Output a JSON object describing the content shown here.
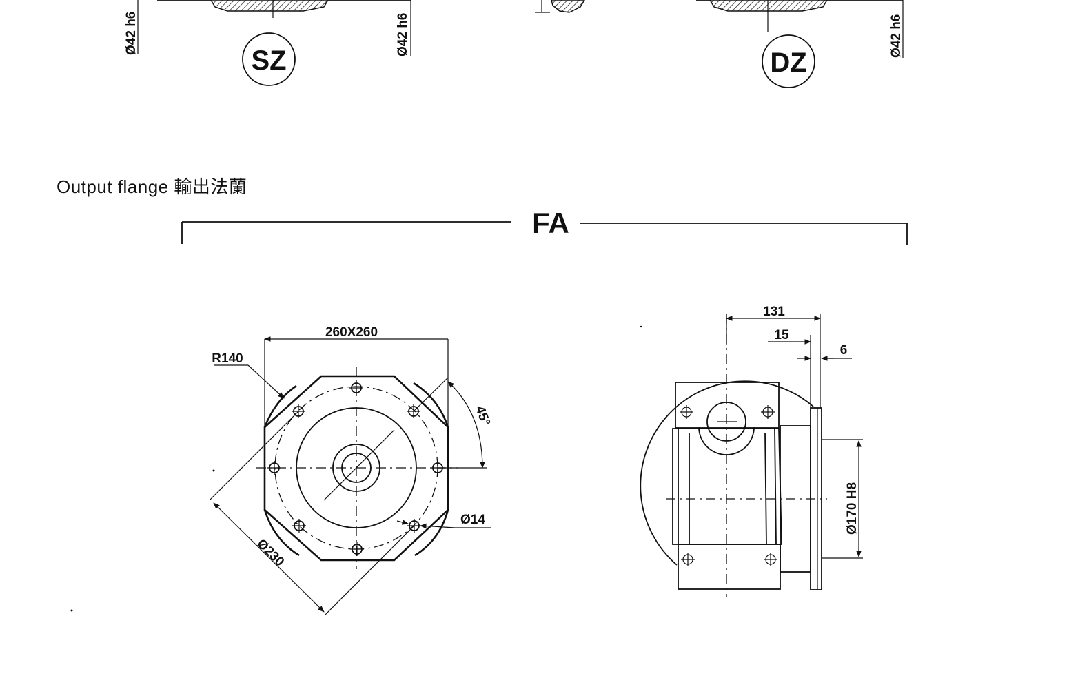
{
  "top_row": {
    "shaft_fit_left_outer": "Ø42 h6",
    "shaft_fit_left_inner": "Ø42 h6",
    "shaft_fit_right": "Ø42 h6",
    "view_tag_left": "SZ",
    "view_tag_right": "DZ"
  },
  "section": {
    "title": "Output flange 輸出法蘭",
    "group_label": "FA"
  },
  "front_view": {
    "square_size": "260X260",
    "corner_radius": "R140",
    "bolt_angle": "45°",
    "hole_diameter": "Ø14",
    "pcd": "Ø230"
  },
  "side_view": {
    "overall_length": "131",
    "flange_offset": "15",
    "flange_thickness": "6",
    "pilot_fit": "Ø170 H8"
  }
}
